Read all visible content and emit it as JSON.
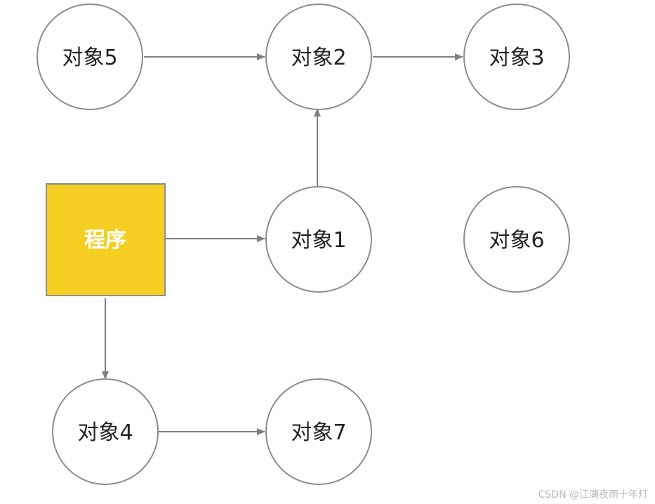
{
  "diagram": {
    "nodes": {
      "program": {
        "label": "程序"
      },
      "object1": {
        "label": "对象1"
      },
      "object2": {
        "label": "对象2"
      },
      "object3": {
        "label": "对象3"
      },
      "object4": {
        "label": "对象4"
      },
      "object5": {
        "label": "对象5"
      },
      "object6": {
        "label": "对象6"
      },
      "object7": {
        "label": "对象7"
      }
    },
    "edges": [
      {
        "from": "object5",
        "to": "object2"
      },
      {
        "from": "object2",
        "to": "object3"
      },
      {
        "from": "object1",
        "to": "object2"
      },
      {
        "from": "program",
        "to": "object1"
      },
      {
        "from": "program",
        "to": "object4"
      },
      {
        "from": "object4",
        "to": "object7"
      }
    ],
    "colors": {
      "program_fill": "#f4cf22",
      "node_stroke": "#8c8c8c",
      "edge": "#808080"
    }
  },
  "watermark": "CSDN @江湖夜雨十年灯"
}
